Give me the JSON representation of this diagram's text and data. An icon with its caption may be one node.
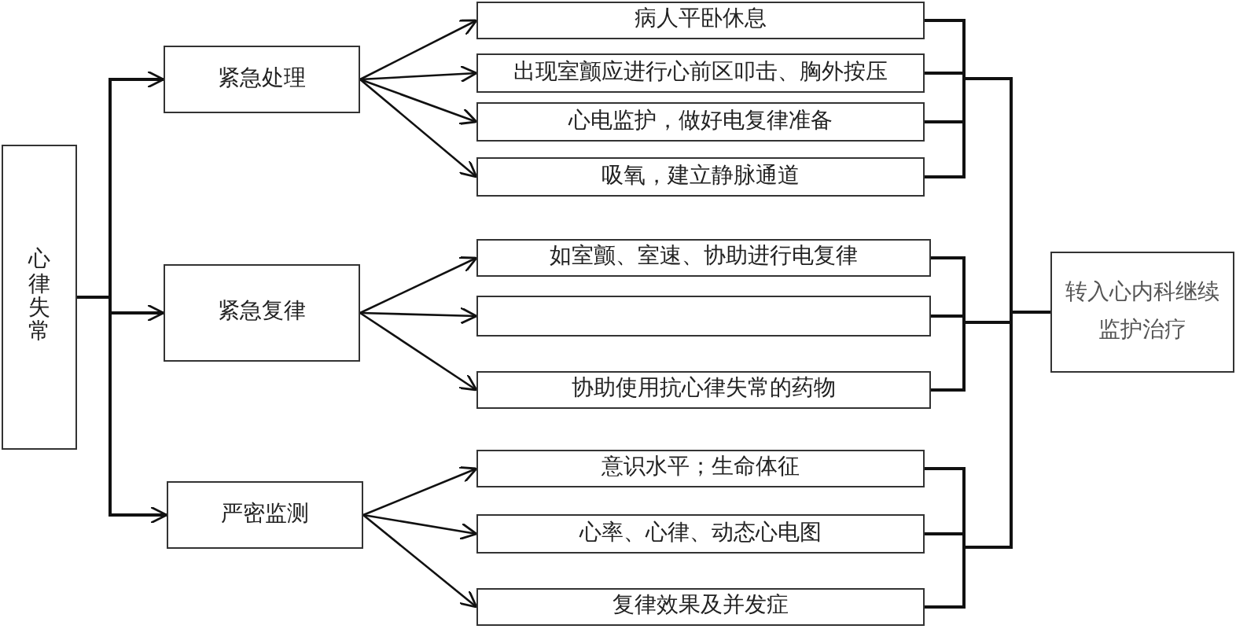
{
  "diagram": {
    "nodes": [
      {
        "text": [
          "心律失常"
        ]
      },
      {
        "text": [
          "紧急处理"
        ]
      },
      {
        "text": [
          "紧急复律"
        ]
      },
      {
        "text": [
          "严密监测"
        ]
      },
      {
        "text": [
          "病人平卧休息"
        ]
      },
      {
        "text": [
          "出现室颤应进行心前区叩击、胸外按压"
        ]
      },
      {
        "text": [
          "心电监护，做好电复律准备"
        ]
      },
      {
        "text": [
          "吸氧，建立静脉通道"
        ]
      },
      {
        "text": [
          "如室颤、室速、协助进行电复律"
        ]
      },
      {
        "text": [],
        "shape": "box"
      },
      {
        "text": [
          "协助使用抗心律失常的药物"
        ]
      },
      {
        "text": [
          "意识水平；生命体征"
        ]
      },
      {
        "text": [
          "心率、心律、动态心电图"
        ]
      },
      {
        "text": [
          "复律效果及并发症"
        ]
      },
      {
        "text": [
          "转入心内科继续监护治疗"
        ]
      }
    ],
    "edges": [
      {
        "from": 0,
        "to": 1,
        "arrow": "to"
      },
      {
        "from": 0,
        "to": 2,
        "arrow": "to"
      },
      {
        "from": 0,
        "to": 3,
        "arrow": "to"
      },
      {
        "from": 1,
        "to": 4,
        "arrow": "to"
      },
      {
        "from": 1,
        "to": 5,
        "arrow": "to"
      },
      {
        "from": 1,
        "to": 6,
        "arrow": "to"
      },
      {
        "from": 1,
        "to": 7,
        "arrow": "to"
      },
      {
        "from": 2,
        "to": 8,
        "arrow": "to"
      },
      {
        "from": 2,
        "to": 9,
        "arrow": "to"
      },
      {
        "from": 2,
        "to": 10,
        "arrow": "to"
      },
      {
        "from": 3,
        "to": 11,
        "arrow": "to"
      },
      {
        "from": 3,
        "to": 12,
        "arrow": "to"
      },
      {
        "from": 3,
        "to": 13,
        "arrow": "to"
      },
      {
        "from": 4,
        "to": 14,
        "arrow": "none"
      },
      {
        "from": 5,
        "to": 14,
        "arrow": "none"
      },
      {
        "from": 6,
        "to": 14,
        "arrow": "none"
      },
      {
        "from": 7,
        "to": 14,
        "arrow": "none"
      },
      {
        "from": 8,
        "to": 14,
        "arrow": "none"
      },
      {
        "from": 9,
        "to": 14,
        "arrow": "none"
      },
      {
        "from": 10,
        "to": 14,
        "arrow": "none"
      },
      {
        "from": 11,
        "to": 14,
        "arrow": "none"
      },
      {
        "from": 12,
        "to": 14,
        "arrow": "none"
      },
      {
        "from": 13,
        "to": 14,
        "arrow": "none"
      }
    ]
  }
}
